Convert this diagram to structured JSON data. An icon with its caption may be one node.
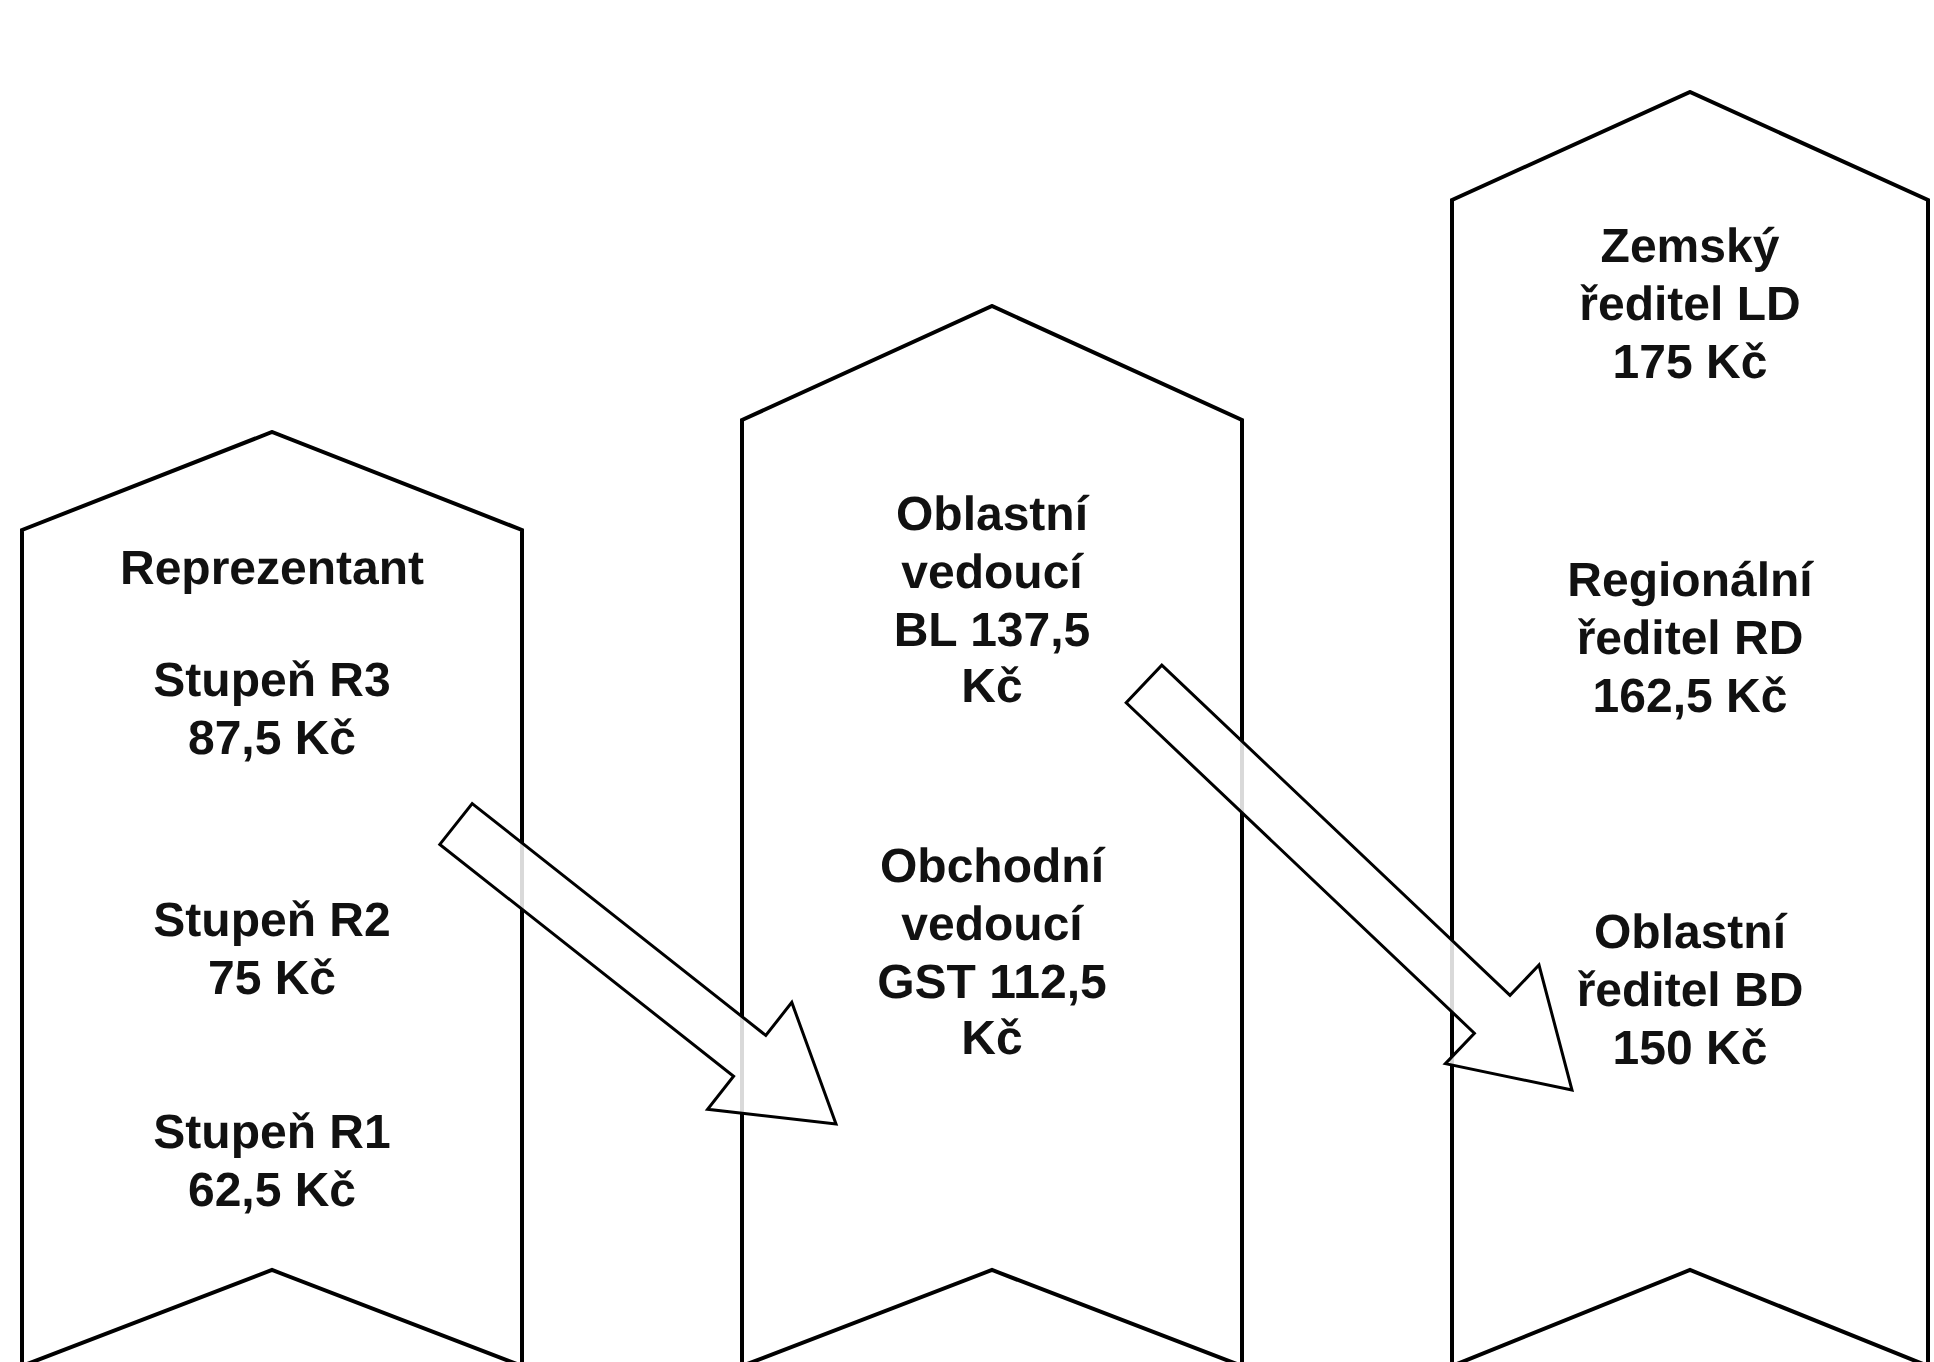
{
  "diagram": {
    "nodes": [
      {
        "text": [
          "Reprezentant",
          "Stupeň R3 87,5 Kč",
          "Stupeň R2 75 Kč",
          "Stupeň R1 62,5 Kč"
        ]
      },
      {
        "text": [
          "Oblastní vedoucí BL 137,5 Kč",
          "Obchodní vedoucí GST 112,5 Kč"
        ]
      },
      {
        "text": [
          "Zemský ředitel LD 175 Kč",
          "Regionální ředitel RD 162,5 Kč",
          "Oblastní ředitel BD 150 Kč"
        ]
      }
    ],
    "edges": [
      {
        "from": 0,
        "to": 1,
        "arrow": "to"
      },
      {
        "from": 1,
        "to": 2,
        "arrow": "to"
      }
    ]
  }
}
